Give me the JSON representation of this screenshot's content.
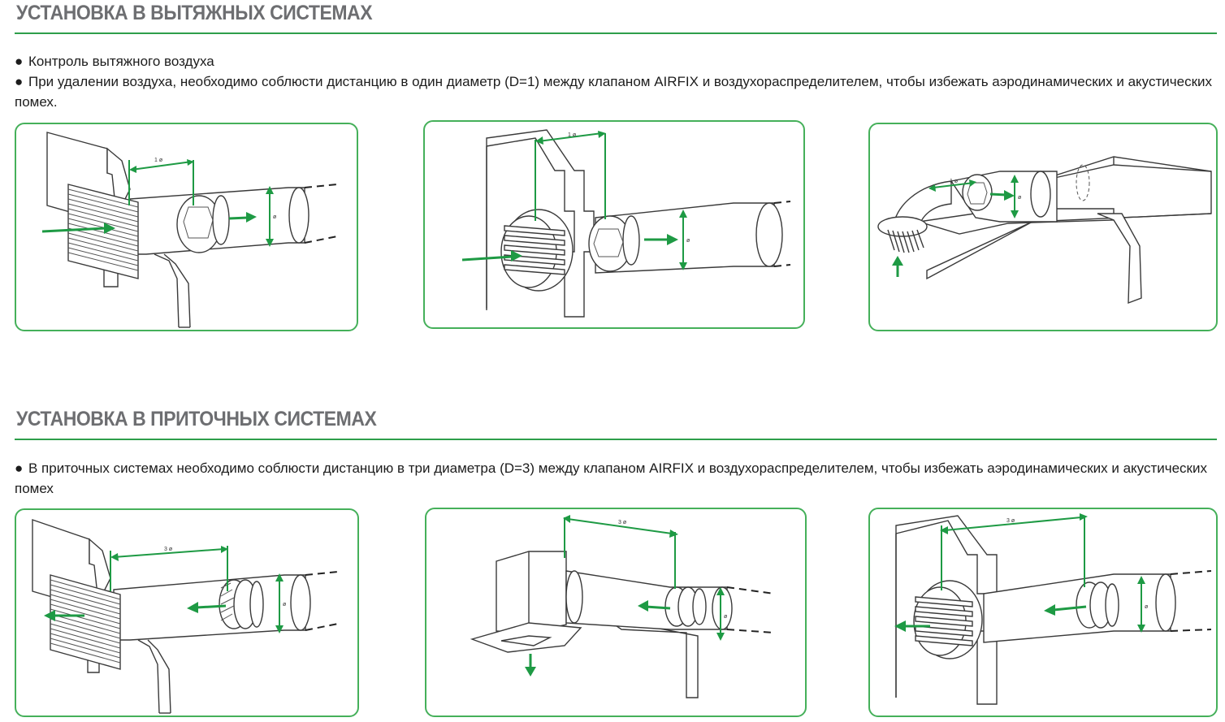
{
  "exhaust": {
    "title": "УСТАНОВКА В ВЫТЯЖНЫХ СИСТЕМАХ",
    "bullets": [
      "Контроль вытяжного воздуха",
      "При удалении воздуха, необходимо соблюсти дистанцию в один диаметр (D=1) между клапаном AIRFIX и воздухораспределителем, чтобы избежать аэродинамических и акустических помех."
    ],
    "distance_label": "1 ø",
    "diameter_label": "ø"
  },
  "supply": {
    "title": "УСТАНОВКА В ПРИТОЧНЫХ СИСТЕМАХ",
    "bullets": [
      "В приточных системах необходимо соблюсти дистанцию в три диаметра (D=3) между клапаном AIRFIX и воздухораспределителем, чтобы избежать аэродинамических и акустических помех"
    ],
    "distance_label": "3 ø",
    "diameter_label": "ø"
  },
  "bullet_symbol": "●",
  "colors": {
    "accent": "#1e9a44",
    "heading": "#6d6e71",
    "border": "#45b05a"
  }
}
